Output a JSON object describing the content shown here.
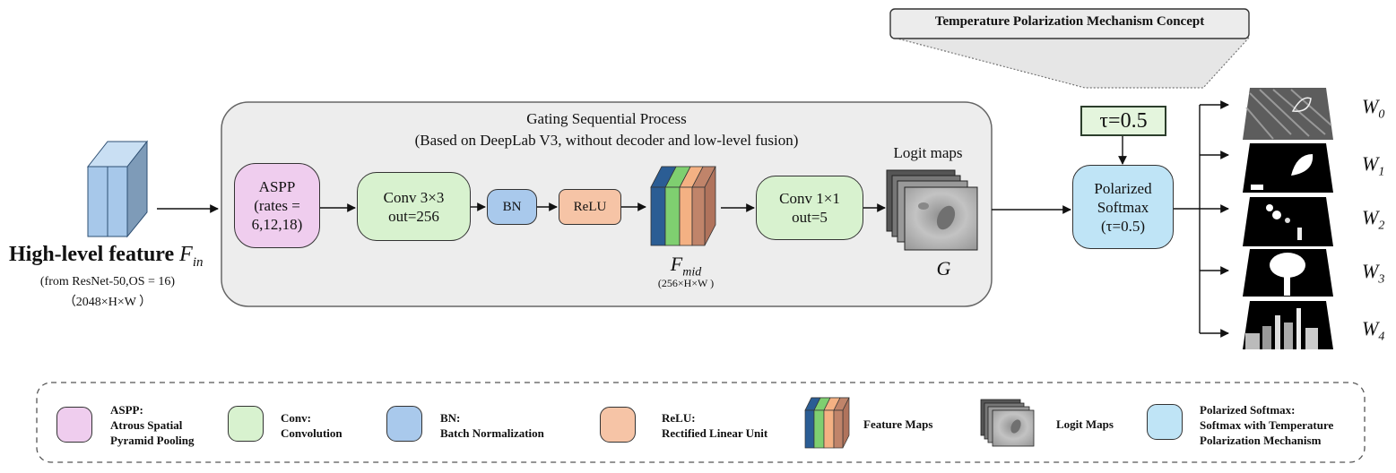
{
  "concept_title": "Temperature Polarization Mechanism Concept",
  "input": {
    "title": "High-level feature",
    "symbol": "F",
    "symbol_sub": "in",
    "source": "(from ResNet-50,OS = 16)",
    "shape": "（2048×H×W ）"
  },
  "process": {
    "title": "Gating Sequential Process",
    "subtitle": "(Based on DeepLab V3, without decoder and low-level fusion)"
  },
  "nodes": {
    "aspp": [
      "ASPP",
      "(rates =",
      "6,12,18)"
    ],
    "conv3": [
      "Conv 3×3",
      "out=256"
    ],
    "bn": "BN",
    "relu": "ReLU",
    "conv1": [
      "Conv 1×1",
      "out=5"
    ],
    "softmax": [
      "Polarized",
      "Softmax",
      "(τ=0.5)"
    ]
  },
  "fmid": {
    "symbol": "F",
    "sub": "mid",
    "shape": "(256×H×W )"
  },
  "logit": {
    "label": "Logit maps",
    "symbol": "G"
  },
  "tau": "τ=0.5",
  "outputs": [
    {
      "symbol": "W",
      "sub": "0"
    },
    {
      "symbol": "W",
      "sub": "1"
    },
    {
      "symbol": "W",
      "sub": "2"
    },
    {
      "symbol": "W",
      "sub": "3"
    },
    {
      "symbol": "W",
      "sub": "4"
    }
  ],
  "legend": [
    {
      "key": "aspp",
      "color": "#efcdee",
      "lines": [
        "ASPP:",
        "Atrous Spatial",
        "Pyramid Pooling"
      ]
    },
    {
      "key": "conv",
      "color": "#d8f2cf",
      "lines": [
        "Conv:",
        "Convolution"
      ]
    },
    {
      "key": "bn",
      "color": "#a9c9ec",
      "lines": [
        "BN:",
        "Batch Normalization"
      ]
    },
    {
      "key": "relu",
      "color": "#f6c4a6",
      "lines": [
        "ReLU:",
        "Rectified Linear Unit"
      ]
    },
    {
      "key": "feature",
      "lines": [
        "Feature Maps"
      ]
    },
    {
      "key": "logit",
      "lines": [
        "Logit Maps"
      ]
    },
    {
      "key": "softmax",
      "color": "#bfe4f6",
      "lines": [
        "Polarized Softmax:",
        "Softmax with Temperature",
        "Polarization Mechanism"
      ]
    }
  ],
  "colors": {
    "aspp": "#efcdee",
    "conv": "#d8f2cf",
    "bn": "#a9c9ec",
    "relu": "#f6c4a6",
    "softmax": "#bfe4f6",
    "tau_box": "#e4f5dd",
    "process_bg": "#ededed",
    "feature_layers": [
      "#2b5d94",
      "#7fcf70",
      "#f4b183",
      "#c0846a"
    ]
  }
}
